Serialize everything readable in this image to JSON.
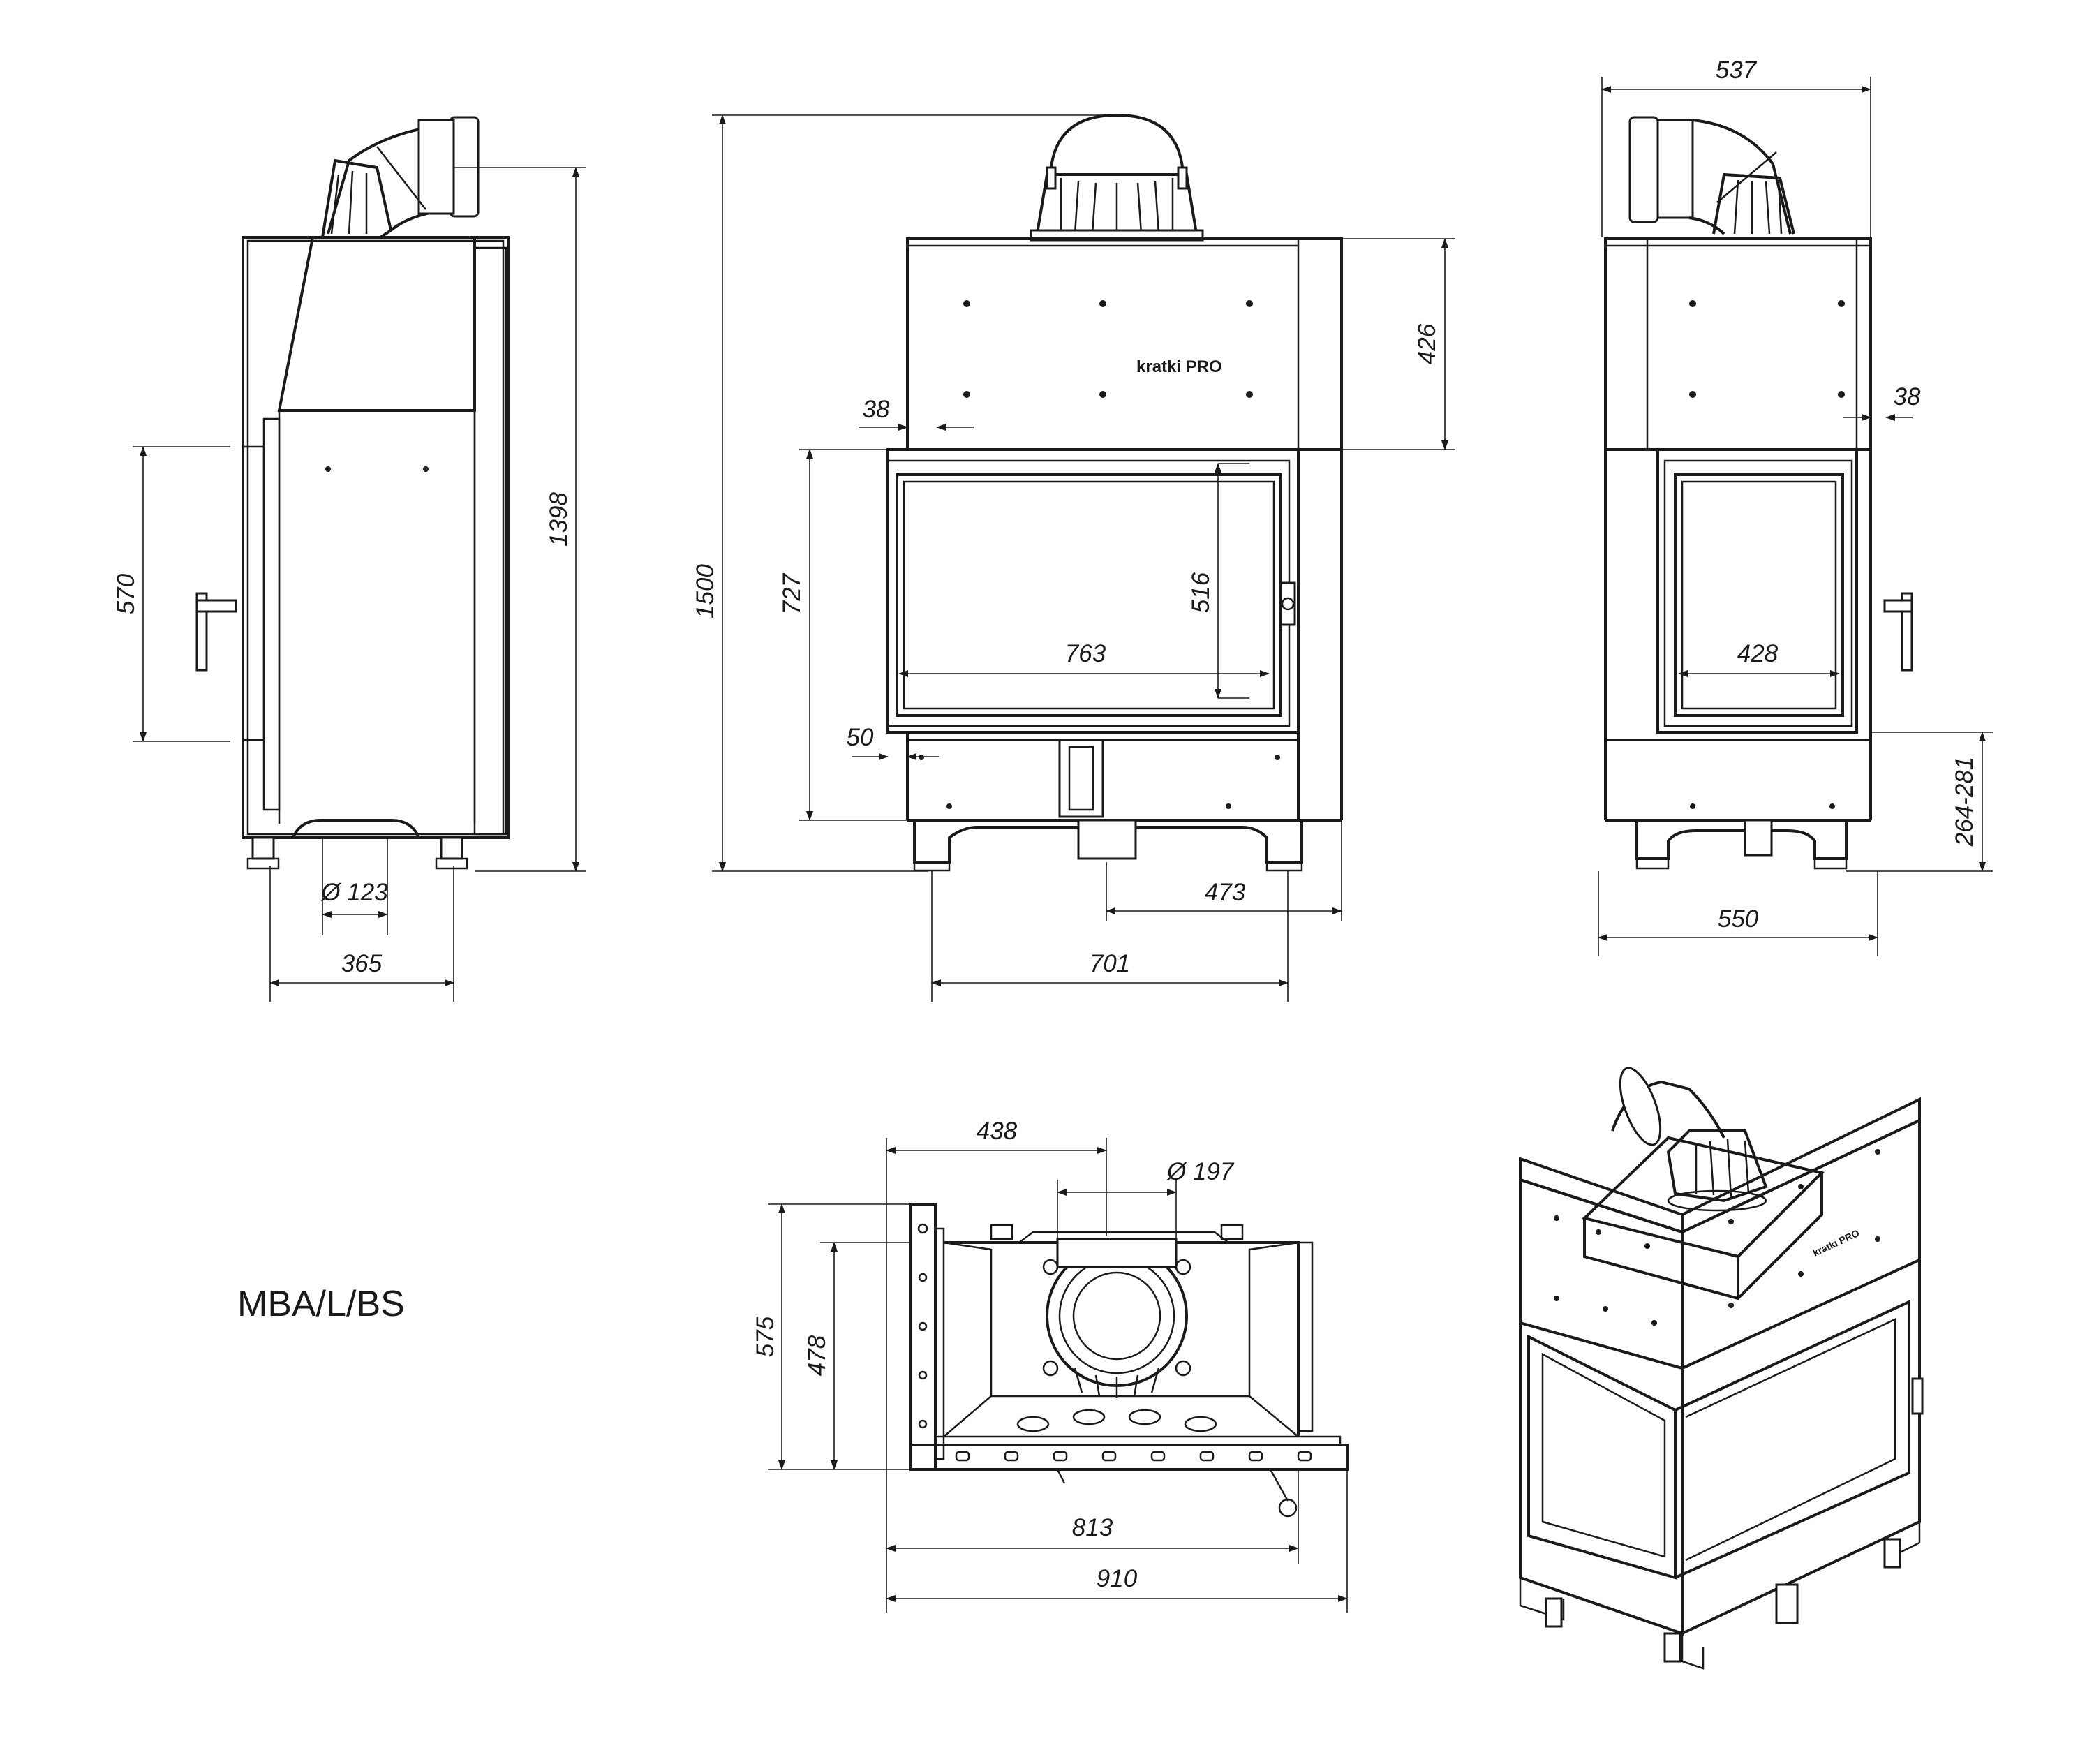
{
  "model_label": "MBA/L/BS",
  "brand_logo_text": "kratki PRO",
  "dimensions": {
    "side_left": {
      "glass_height": "570",
      "total_height": "1398",
      "flue_diameter": "Ø 123",
      "depth": "365"
    },
    "front": {
      "total_height": "1500",
      "lower_height": "727",
      "hood_height": "426",
      "top_offset": "38",
      "bottom_offset": "50",
      "glass_width": "763",
      "glass_height": "516",
      "flue_offset": "473",
      "base_width": "701"
    },
    "side_right": {
      "top_depth": "537",
      "top_offset": "38",
      "glass_width": "428",
      "leg_height": "264-281",
      "base_depth": "550"
    },
    "top_view": {
      "flue_position": "438",
      "flue_diameter": "Ø 197",
      "depth_outer": "575",
      "depth_inner": "478",
      "width_inner": "813",
      "width_outer": "910"
    }
  }
}
